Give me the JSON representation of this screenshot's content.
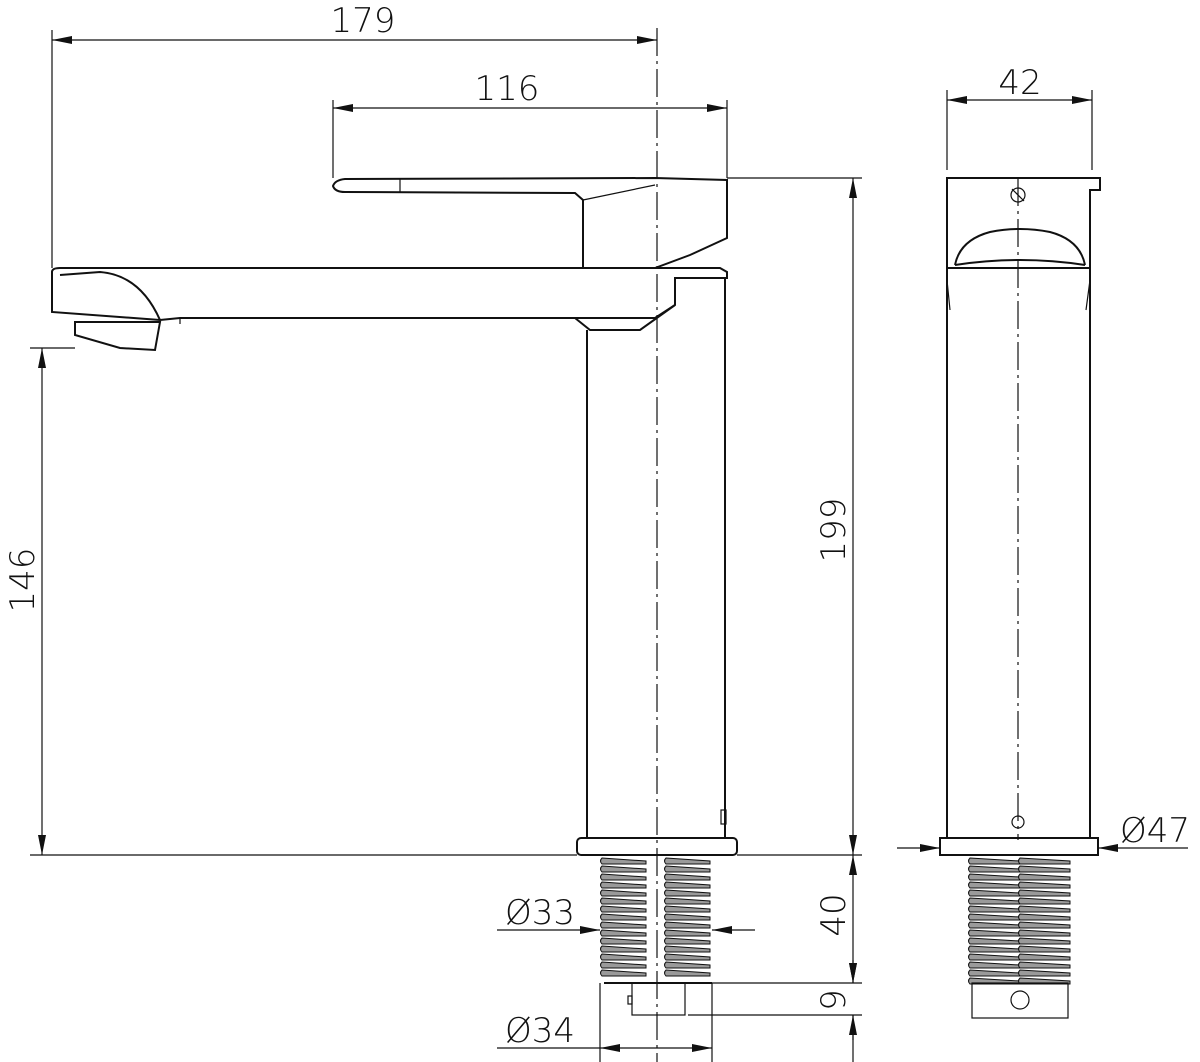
{
  "dimensions": {
    "total_length": "179",
    "handle_length": "116",
    "total_height": "199",
    "spout_height": "146",
    "thread_length": "40",
    "bottom_length": "9",
    "thread_diameter": "Ø33",
    "bottom_diameter": "Ø34",
    "side_width": "42",
    "base_diameter": "Ø47"
  },
  "colors": {
    "line": "#111111",
    "thread_fill": "#9a9a9a"
  }
}
